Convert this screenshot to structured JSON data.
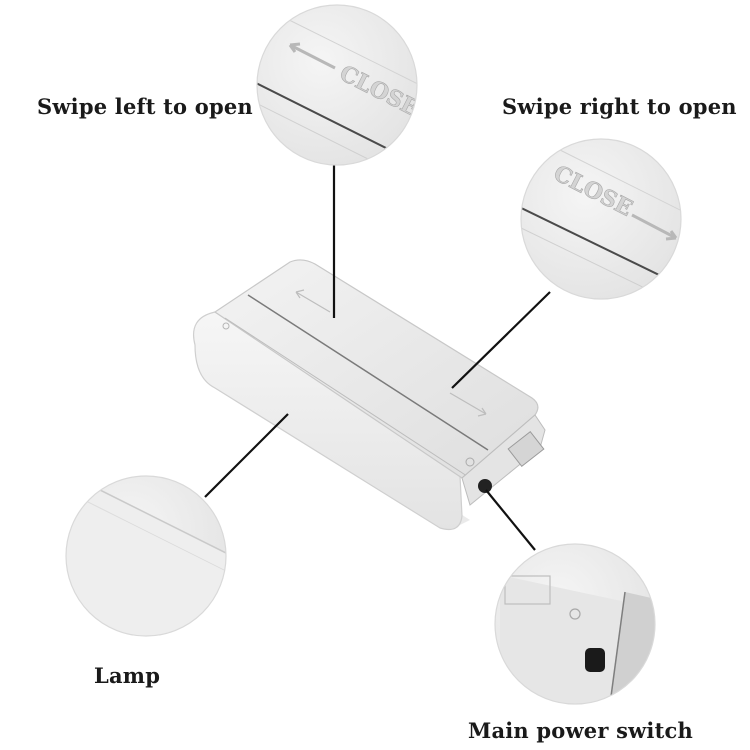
{
  "labels": {
    "swipe_left": "Swipe left to open",
    "swipe_right": "Swipe right to open",
    "lamp": "Lamp",
    "power_switch": "Main power switch"
  },
  "engravings": {
    "close_top": "CLOSE",
    "close_right": "CLOSE"
  },
  "colors": {
    "background": "#ffffff",
    "device_body": "#ebebeb",
    "callout_line": "#111111",
    "label_text": "#1a1a1a"
  },
  "icons": [
    "arrow-left-icon",
    "arrow-right-icon",
    "power-button-icon"
  ]
}
